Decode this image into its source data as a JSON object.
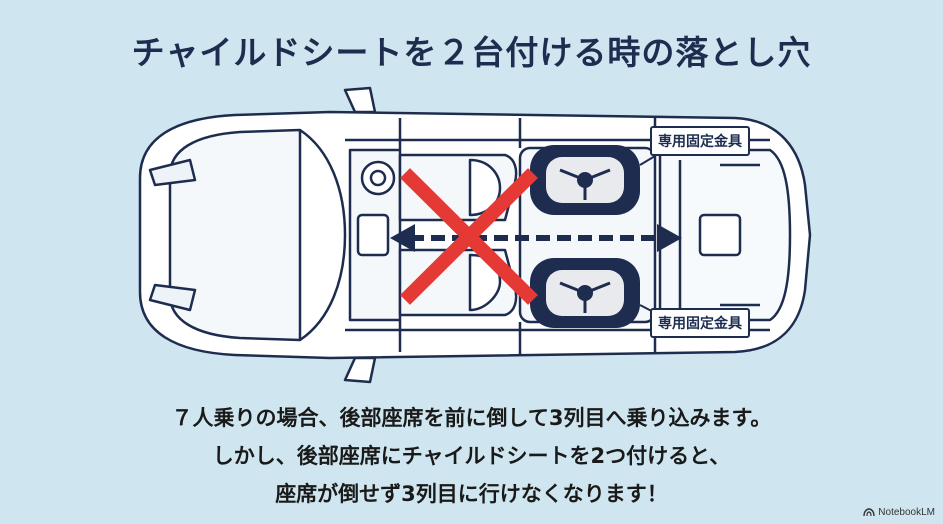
{
  "title": "チャイルドシートを２台付ける時の落とし穴",
  "labels": {
    "top_fixture": "専用固定金具",
    "bottom_fixture": "専用固定金具"
  },
  "caption_lines": [
    "７人乗りの場合、後部座席を前に倒して3列目へ乗り込みます。",
    "しかし、後部座席にチャイルドシートを2つ付けると、",
    "座席が倒せず3列目に行けなくなります！"
  ],
  "brand": "NotebookLM",
  "colors": {
    "background": "#cfe6f0",
    "navy": "#1e2d4f",
    "cross": "#e53935",
    "car_line": "#1e2d4f"
  },
  "icons": [
    "car-outline-icon",
    "child-seat-icon",
    "cross-icon",
    "double-arrow-icon",
    "notebooklm-logo-icon"
  ]
}
